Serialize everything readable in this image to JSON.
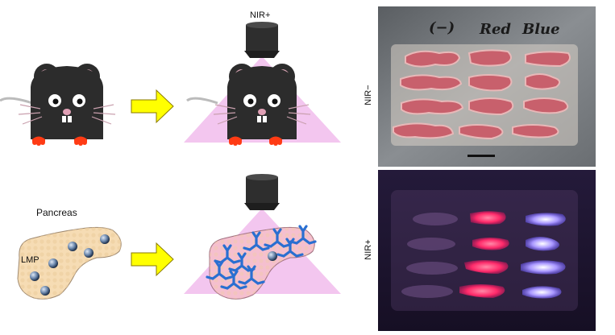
{
  "labels": {
    "nir_plus_top": "NIR+",
    "nir_minus_side": "NIR−",
    "nir_plus_side": "NIR+",
    "pancreas": "Pancreas",
    "lmp": "LMP"
  },
  "photo_top": {
    "columns": [
      "(−)",
      "Red",
      "Blue"
    ]
  },
  "colors": {
    "mouse_body": "#2c2c2c",
    "feet": "#ff3b14",
    "arrow_fill": "#ffff00",
    "arrow_stroke": "#8a7a00",
    "light_cone": "#f3c6ef",
    "pancreas_fill": "#f6dcb4",
    "pancreas_pink": "#f5bfcf",
    "antibody_blue": "#2a6fd1",
    "red_probe": "#ff2a6a",
    "blue_probe": "#9a86ff"
  }
}
